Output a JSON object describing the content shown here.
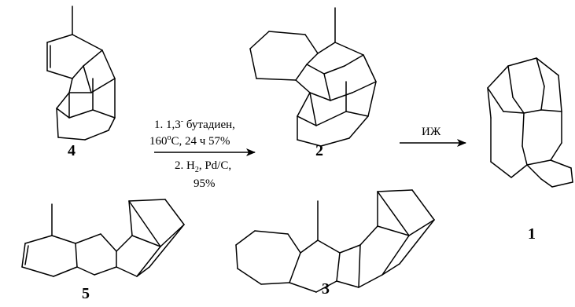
{
  "compounds": [
    {
      "id": "c4",
      "label": "4"
    },
    {
      "id": "c2",
      "label": "2"
    },
    {
      "id": "c1",
      "label": "1"
    },
    {
      "id": "c5",
      "label": "5"
    },
    {
      "id": "c3",
      "label": "3"
    }
  ],
  "arrow1": {
    "step1_prefix": "1. 1,3",
    "step1_superscript": "-",
    "step1_suffix": " бутадиен,",
    "temp_prefix": "160",
    "temp_superscript": "o",
    "temp_suffix": "C, 24 ч   57%",
    "step2_prefix": "2. H",
    "step2_subscript": "2",
    "step2_suffix": ", Pd/C,",
    "yield2": "95%"
  },
  "arrow2": {
    "label": "ИЖ"
  }
}
